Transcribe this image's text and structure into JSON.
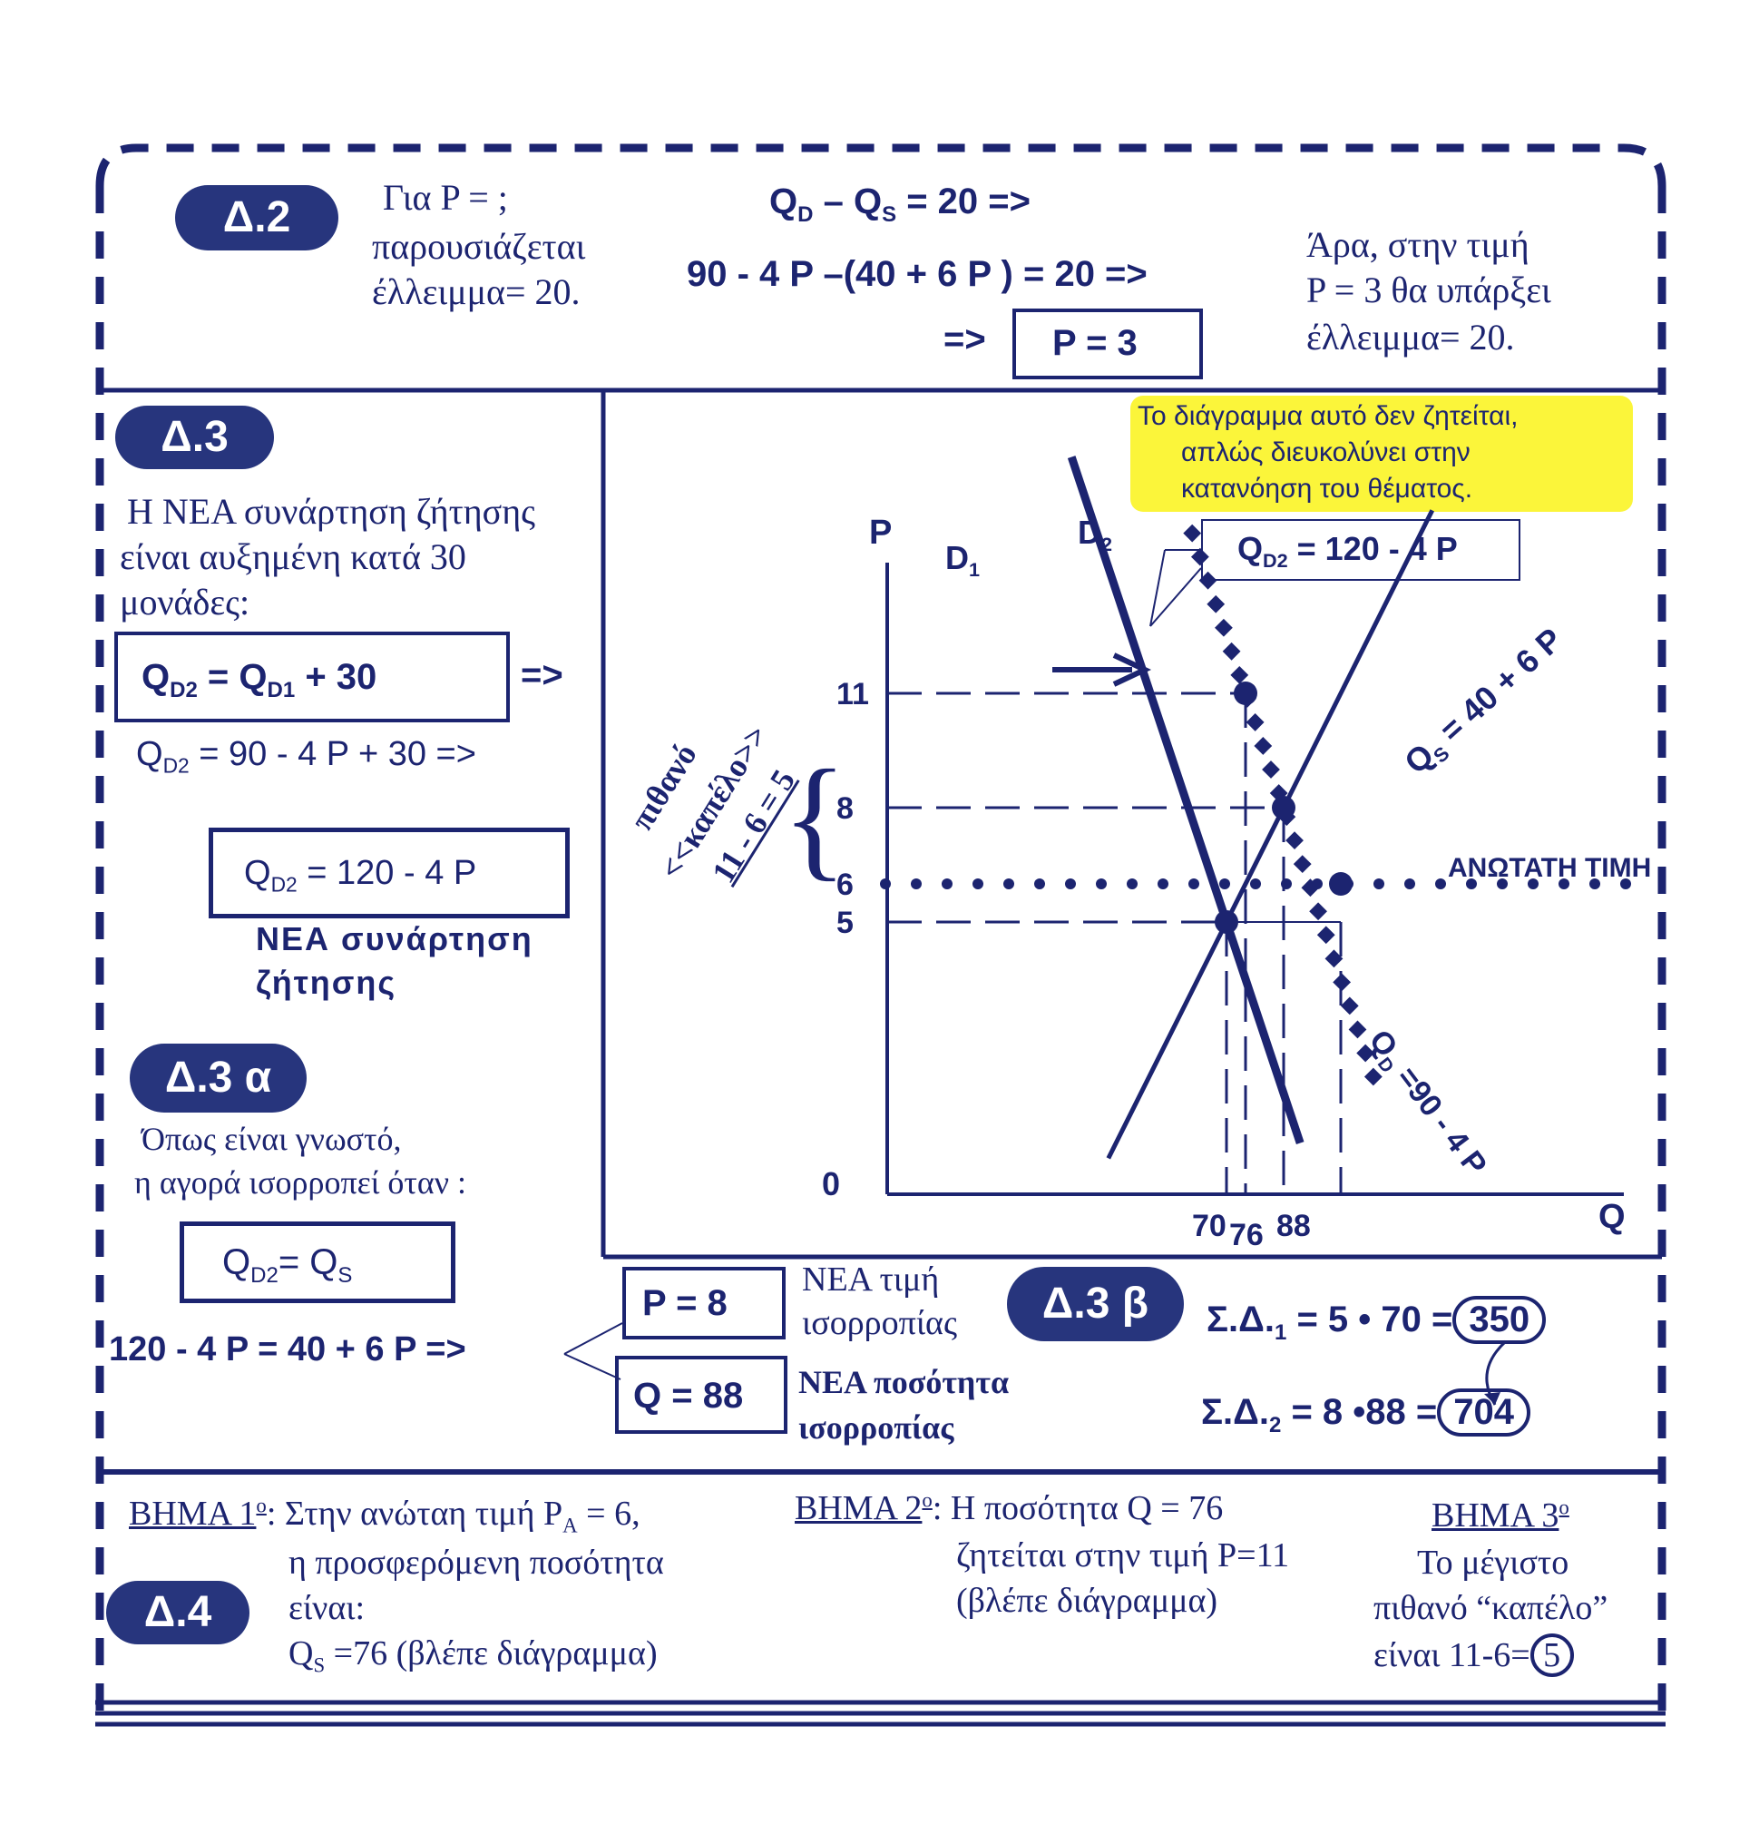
{
  "d2": {
    "badge": "Δ.2",
    "left_line1": "Για P = ;",
    "left_line2": "παρουσιάζεται",
    "left_line3": "έλλειμμα= 20.",
    "eq1": "Q",
    "eq1_sub1": "D",
    "eq1_mid": " – Q",
    "eq1_sub2": "S",
    "eq1_end": " = 20 =>",
    "eq2": "90 - 4 P –(40  + 6 P ) = 20 =>",
    "eq3_arrow": "=>",
    "eq3_box": "P = 3",
    "right_line1": "Άρα, στην τιμή",
    "right_line2": "P = 3   θα υπάρξει",
    "right_line3": "έλλειμμα= 20."
  },
  "d3": {
    "badge": "Δ.3",
    "line1": "Η ΝΕΑ συνάρτηση ζήτησης",
    "line2": "είναι αυξημένη κατά 30",
    "line3": "μονάδες:",
    "box1_q": "Q",
    "box1_sub1": "D2",
    "box1_mid": "  =  Q",
    "box1_sub2": "D1",
    "box1_end": "  +  30",
    "box1_arrow": "=>",
    "eq2_q": "Q",
    "eq2_sub": "D2",
    "eq2_end": "  = 90 - 4 P + 30  =>",
    "box2_q": "Q",
    "box2_sub": "D2",
    "box2_end": "  = 120 - 4 P",
    "new_fn_1": "ΝΕΑ  συνάρτηση",
    "new_fn_2": "ζήτησης"
  },
  "d3a": {
    "badge": "Δ.3 α",
    "line1": "Όπως είναι γνωστό,",
    "line2": "η αγορά ισορροπεί όταν :",
    "box_q": "Q",
    "box_sub1": "D2",
    "box_mid": "=   Q",
    "box_sub2": "S",
    "eq": "120  -  4  P  =  40  +  6  P =>",
    "p_box": "P = 8",
    "q_box": "Q = 88",
    "p_label_1": "ΝΕΑ τιμή",
    "p_label_2": "ισορροπίας",
    "q_label_1": "ΝΕΑ ποσότητα",
    "q_label_2": "ισορροπίας"
  },
  "d3b": {
    "badge": "Δ.3 β",
    "sd1_label": "Σ.Δ.",
    "sd1_sub": "1",
    "sd1_eq": " = 5 • 70 =",
    "sd1_val": "350",
    "sd2_label": "Σ.Δ.",
    "sd2_sub": "2",
    "sd2_eq": " = 8 •88 =",
    "sd2_val": "704"
  },
  "d4": {
    "badge": "Δ.4",
    "step1_title": "ΒΗΜΑ 1",
    "step1_sup": "ο",
    "step1_line1": ": Στην ανώταη τιμή P",
    "step1_sub": "A",
    "step1_line1_end": " = 6,",
    "step1_line2": "η προσφερόμενη ποσότητα",
    "step1_line3": "είναι:",
    "step1_line4_q": "Q",
    "step1_line4_sub": "S",
    "step1_line4_end": " =76 (βλέπε διάγραμμα)",
    "step2_title": "ΒΗΜΑ 2",
    "step2_sup": "ο",
    "step2_line1": ": Η ποσότητα Q = 76",
    "step2_line2": "ζητείται στην τιμή P=11",
    "step2_line3": "(βλέπε διάγραμμα)",
    "step3_title": "ΒΗΜΑ 3",
    "step3_sup": "ο",
    "step3_line1": "Το μέγιστο",
    "step3_line2": "πιθανό “καπέλο”",
    "step3_line3": "είναι 11-6=",
    "step3_val": "5"
  },
  "chart_data": {
    "type": "line",
    "note_1": "Το διάγραμμα αυτό δεν ζητείται,",
    "note_2": "απλώς διευκολύνει στην",
    "note_3": "κατανόηση του θέματος.",
    "xlabel": "Q",
    "ylabel": "P",
    "origin": "0",
    "x_ticks": [
      "70",
      "76",
      "88"
    ],
    "y_ticks": [
      "11",
      "8",
      "6",
      "5"
    ],
    "series": [
      {
        "name": "D1",
        "label": "Q",
        "label_sub": "D",
        "label_end": " =90 - 4 P",
        "x": [
          0,
          90
        ],
        "y": [
          22.5,
          0
        ],
        "style": "solid-thick"
      },
      {
        "name": "D2",
        "label": "Q",
        "label_sub": "D2",
        "label_end": " = 120 - 4 P",
        "x": [
          0,
          120
        ],
        "y": [
          30,
          0
        ],
        "style": "dotted-thick"
      },
      {
        "name": "S",
        "label": "Q",
        "label_sub": "S",
        "label_end": " =  40 + 6 P",
        "x": [
          40,
          130
        ],
        "y": [
          0,
          15
        ],
        "style": "solid"
      }
    ],
    "ceiling_label": "ΑΝΩΤΑΤΗ ΤΙΜΗ",
    "ceiling_price": 6,
    "hat_label_1": "πιθανό",
    "hat_label_2": "<<καπέλο>>",
    "hat_label_3": "11 - 6 = 5",
    "points": [
      {
        "x": 70,
        "y": 5
      },
      {
        "x": 88,
        "y": 8
      },
      {
        "x": 76,
        "y": 11
      },
      {
        "x": 106,
        "y": 6
      }
    ]
  }
}
